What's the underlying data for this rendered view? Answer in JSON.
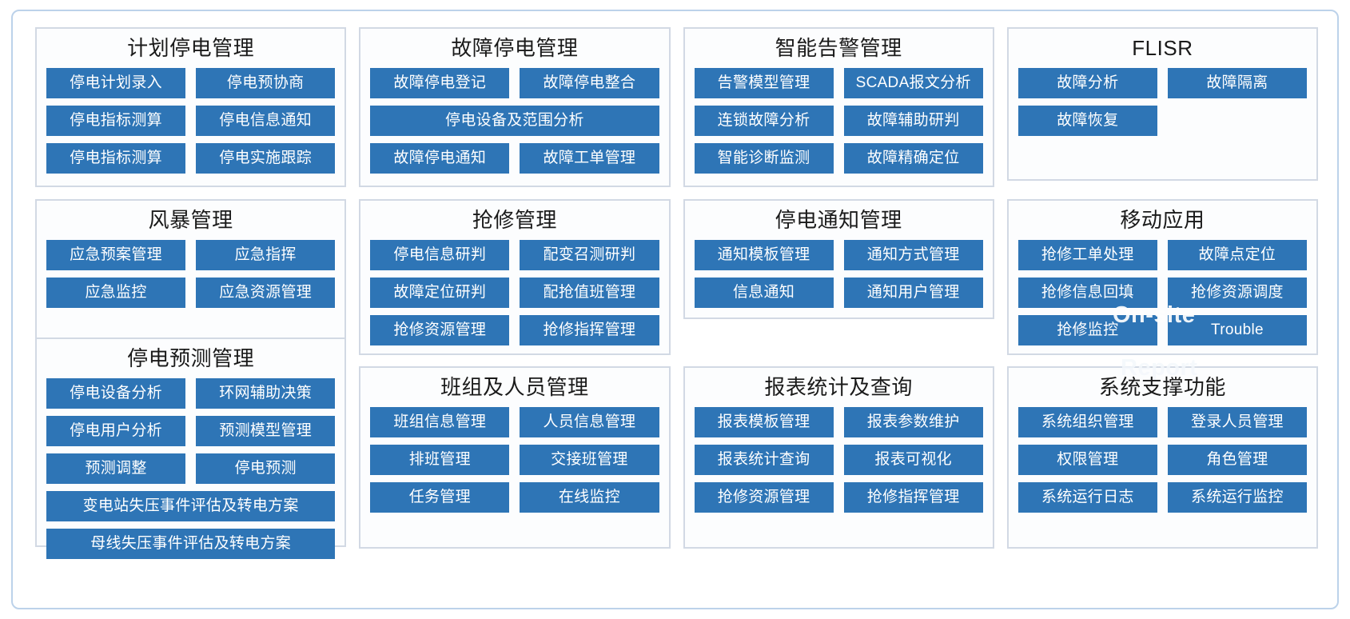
{
  "overlays": {
    "on_site": "On-site",
    "report": "Report"
  },
  "panels": [
    {
      "id": "planned-outage-management",
      "title": "计划停电管理",
      "buttons": [
        {
          "label": "停电计划录入",
          "wide": false
        },
        {
          "label": "停电预协商",
          "wide": false
        },
        {
          "label": "停电指标测算",
          "wide": false
        },
        {
          "label": "停电信息通知",
          "wide": false
        },
        {
          "label": "停电指标测算",
          "wide": false
        },
        {
          "label": "停电实施跟踪",
          "wide": false
        }
      ]
    },
    {
      "id": "fault-outage-management",
      "title": "故障停电管理",
      "buttons": [
        {
          "label": "故障停电登记",
          "wide": false
        },
        {
          "label": "故障停电整合",
          "wide": false
        },
        {
          "label": "停电设备及范围分析",
          "wide": true
        },
        {
          "label": "故障停电通知",
          "wide": false
        },
        {
          "label": "故障工单管理",
          "wide": false
        }
      ]
    },
    {
      "id": "intelligent-alarm-management",
      "title": "智能告警管理",
      "buttons": [
        {
          "label": "告警模型管理",
          "wide": false
        },
        {
          "label": "SCADA报文分析",
          "wide": false
        },
        {
          "label": "连锁故障分析",
          "wide": false
        },
        {
          "label": "故障辅助研判",
          "wide": false
        },
        {
          "label": "智能诊断监测",
          "wide": false
        },
        {
          "label": "故障精确定位",
          "wide": false
        }
      ]
    },
    {
      "id": "flisr",
      "title": "FLISR",
      "buttons": [
        {
          "label": "故障分析",
          "wide": false
        },
        {
          "label": "故障隔离",
          "wide": false
        },
        {
          "label": "故障恢复",
          "wide": false
        }
      ]
    },
    {
      "id": "storm-management",
      "title": "风暴管理",
      "buttons": [
        {
          "label": "应急预案管理",
          "wide": false
        },
        {
          "label": "应急指挥",
          "wide": false
        },
        {
          "label": "应急监控",
          "wide": false
        },
        {
          "label": "应急资源管理",
          "wide": false
        }
      ]
    },
    {
      "id": "emergency-repair-management",
      "title": "抢修管理",
      "buttons": [
        {
          "label": "停电信息研判",
          "wide": false
        },
        {
          "label": "配变召测研判",
          "wide": false
        },
        {
          "label": "故障定位研判",
          "wide": false
        },
        {
          "label": "配抢值班管理",
          "wide": false
        },
        {
          "label": "抢修资源管理",
          "wide": false
        },
        {
          "label": "抢修指挥管理",
          "wide": false
        }
      ]
    },
    {
      "id": "outage-notification-management",
      "title": "停电通知管理",
      "buttons": [
        {
          "label": "通知模板管理",
          "wide": false
        },
        {
          "label": "通知方式管理",
          "wide": false
        },
        {
          "label": "信息通知",
          "wide": false
        },
        {
          "label": "通知用户管理",
          "wide": false
        }
      ]
    },
    {
      "id": "mobile-application",
      "title": "移动应用",
      "buttons": [
        {
          "label": "抢修工单处理",
          "wide": false
        },
        {
          "label": "故障点定位",
          "wide": false
        },
        {
          "label": "抢修信息回填",
          "wide": false
        },
        {
          "label": "抢修资源调度",
          "wide": false
        },
        {
          "label": "抢修监控",
          "wide": false
        },
        {
          "label": "Trouble",
          "wide": false
        }
      ]
    },
    {
      "id": "outage-forecast-management",
      "title": "停电预测管理",
      "buttons": [
        {
          "label": "停电设备分析",
          "wide": false
        },
        {
          "label": "环网辅助决策",
          "wide": false
        },
        {
          "label": "停电用户分析",
          "wide": false
        },
        {
          "label": "预测模型管理",
          "wide": false
        },
        {
          "label": "预测调整",
          "wide": false
        },
        {
          "label": "停电预测",
          "wide": false
        },
        {
          "label": "变电站失压事件评估及转电方案",
          "wide": true
        },
        {
          "label": "母线失压事件评估及转电方案",
          "wide": true
        }
      ]
    },
    {
      "id": "team-and-personnel-management",
      "title": "班组及人员管理",
      "buttons": [
        {
          "label": "班组信息管理",
          "wide": false
        },
        {
          "label": "人员信息管理",
          "wide": false
        },
        {
          "label": "排班管理",
          "wide": false
        },
        {
          "label": "交接班管理",
          "wide": false
        },
        {
          "label": "任务管理",
          "wide": false
        },
        {
          "label": "在线监控",
          "wide": false
        }
      ]
    },
    {
      "id": "report-statistics-and-query",
      "title": "报表统计及查询",
      "buttons": [
        {
          "label": "报表模板管理",
          "wide": false
        },
        {
          "label": "报表参数维护",
          "wide": false
        },
        {
          "label": "报表统计查询",
          "wide": false
        },
        {
          "label": "报表可视化",
          "wide": false
        },
        {
          "label": "抢修资源管理",
          "wide": false
        },
        {
          "label": "抢修指挥管理",
          "wide": false
        }
      ]
    },
    {
      "id": "system-support-functions",
      "title": "系统支撑功能",
      "buttons": [
        {
          "label": "系统组织管理",
          "wide": false
        },
        {
          "label": "登录人员管理",
          "wide": false
        },
        {
          "label": "权限管理",
          "wide": false
        },
        {
          "label": "角色管理",
          "wide": false
        },
        {
          "label": "系统运行日志",
          "wide": false
        },
        {
          "label": "系统运行监控",
          "wide": false
        }
      ]
    }
  ],
  "colors": {
    "button_fill": "#2e75b6",
    "button_text": "#ffffff",
    "panel_border": "#d2d9e4",
    "panel_bg": "#fcfdfe",
    "frame_border": "#bcd2ea",
    "title_text": "#1a1a1a"
  }
}
